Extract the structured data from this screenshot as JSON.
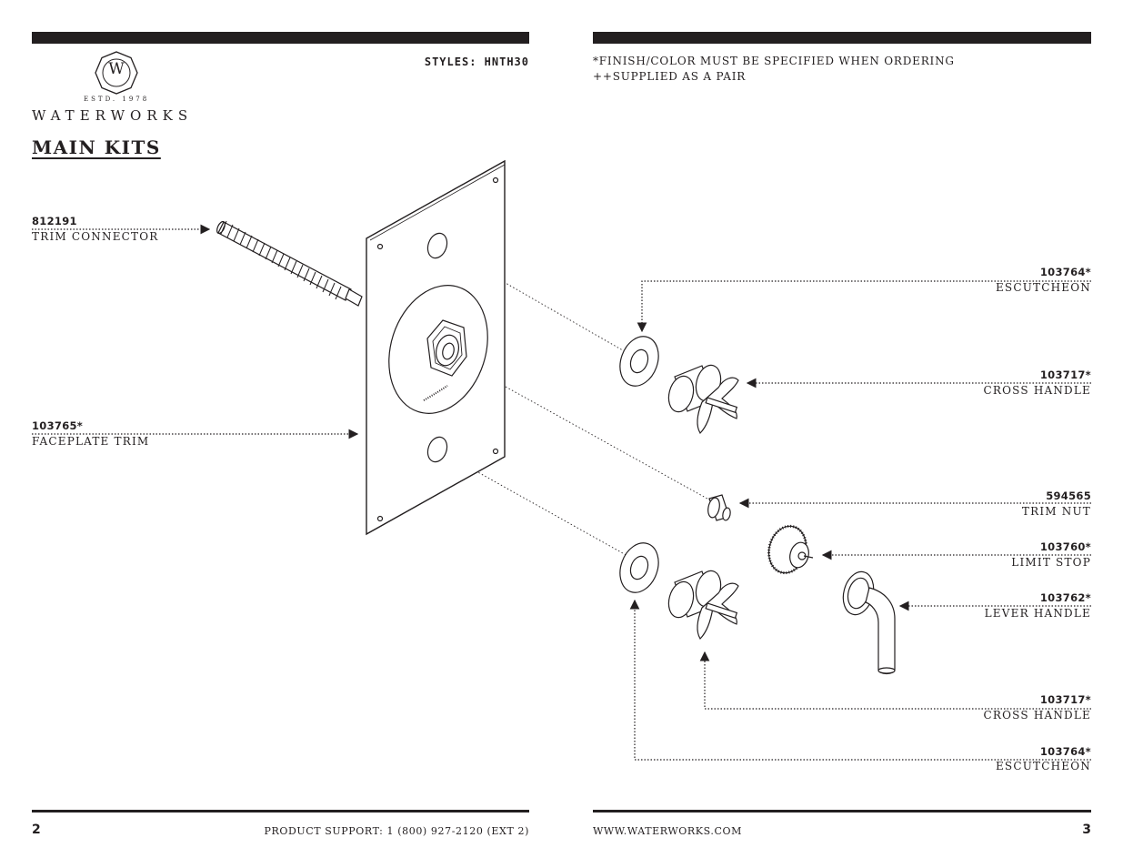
{
  "header": {
    "styles_label": "STYLES: HNTH30",
    "notes": [
      "*FINISH/COLOR MUST BE SPECIFIED WHEN ORDERING",
      "++SUPPLIED AS A PAIR"
    ]
  },
  "logo": {
    "monogram": "W",
    "estd": "ESTD. 1978",
    "brand": "WATERWORKS"
  },
  "section_title": "MAIN KITS",
  "parts": [
    {
      "number": "812191",
      "name": "TRIM CONNECTOR"
    },
    {
      "number": "103765*",
      "name": "FACEPLATE TRIM"
    },
    {
      "number": "103764*",
      "name": "ESCUTCHEON"
    },
    {
      "number": "103717*",
      "name": "CROSS HANDLE"
    },
    {
      "number": "594565",
      "name": "TRIM NUT"
    },
    {
      "number": "103760*",
      "name": "LIMIT STOP"
    },
    {
      "number": "103762*",
      "name": "LEVER HANDLE"
    },
    {
      "number": "103717*",
      "name": "CROSS HANDLE"
    },
    {
      "number": "103764*",
      "name": "ESCUTCHEON"
    }
  ],
  "footer": {
    "left_page": "2",
    "support": "PRODUCT SUPPORT: 1 (800) 927-2120 (EXT 2)",
    "website": "WWW.WATERWORKS.COM",
    "right_page": "3"
  }
}
